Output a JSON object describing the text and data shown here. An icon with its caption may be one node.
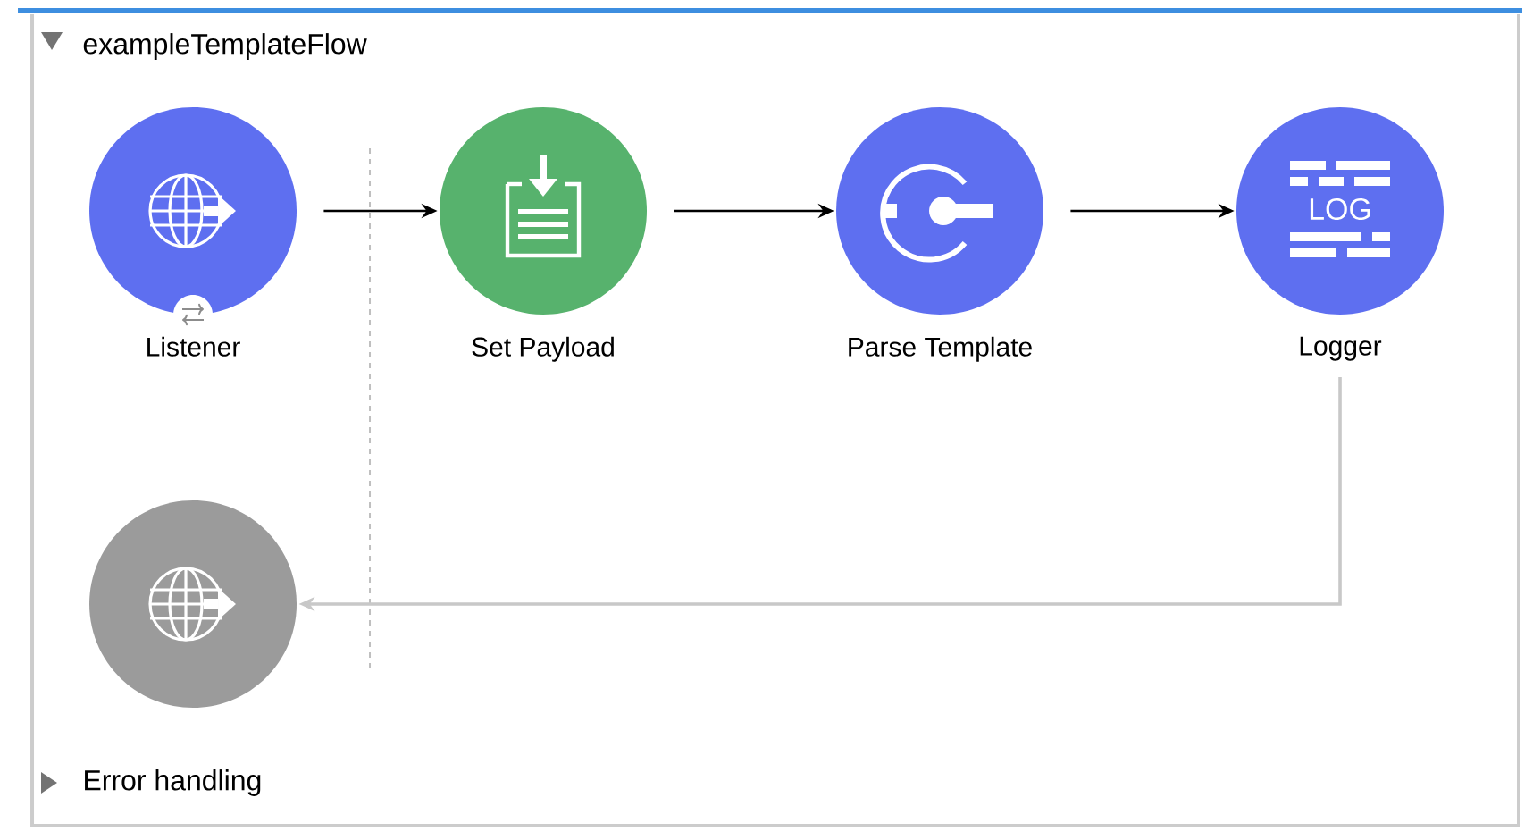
{
  "diagram": {
    "title": "exampleTemplateFlow",
    "nodes": [
      {
        "text": [
          "Listener"
        ]
      },
      {
        "text": [
          "Set Payload"
        ]
      },
      {
        "text": [
          "Parse Template"
        ]
      },
      {
        "text": [
          "Logger"
        ]
      },
      {
        "text": [],
        "shape": "circle"
      }
    ],
    "edges": [
      {
        "from": 0,
        "to": 1,
        "arrow": "to"
      },
      {
        "from": 1,
        "to": 2,
        "arrow": "to"
      },
      {
        "from": 2,
        "to": 3,
        "arrow": "to"
      },
      {
        "from": 3,
        "to": 4,
        "arrow": "to",
        "color": "#c8c8c8"
      }
    ],
    "labels": [
      "LOG",
      "Error handling"
    ]
  }
}
